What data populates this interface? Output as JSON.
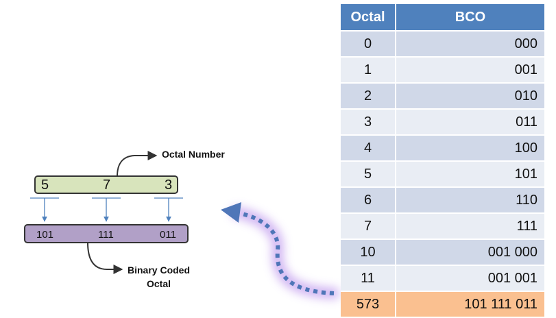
{
  "diagram": {
    "octal_digits": [
      "5",
      "7",
      "3"
    ],
    "binary_groups": [
      "101",
      "111",
      "011"
    ],
    "octal_number_label": "Octal Number",
    "bco_label_line1": "Binary Coded",
    "bco_label_line2": "Octal"
  },
  "table": {
    "headers": [
      "Octal",
      "BCO"
    ],
    "rows": [
      {
        "octal": "0",
        "bco": "000"
      },
      {
        "octal": "1",
        "bco": "001"
      },
      {
        "octal": "2",
        "bco": "010"
      },
      {
        "octal": "3",
        "bco": "011"
      },
      {
        "octal": "4",
        "bco": "100"
      },
      {
        "octal": "5",
        "bco": "101"
      },
      {
        "octal": "6",
        "bco": "110"
      },
      {
        "octal": "7",
        "bco": "111"
      },
      {
        "octal": "10",
        "bco": "001 000"
      },
      {
        "octal": "11",
        "bco": "001 001"
      },
      {
        "octal": "573",
        "bco": "101 111 011"
      }
    ]
  },
  "colors": {
    "header": "#4f81bd",
    "row_dark": "#d0d8e8",
    "row_light": "#e9edf4",
    "highlight_row": "#fac090",
    "octal_box": "#d8e4bc",
    "binary_box": "#b1a0c7",
    "dotted_arrow": "#4f76b8",
    "glow": "#c9a8f0"
  }
}
